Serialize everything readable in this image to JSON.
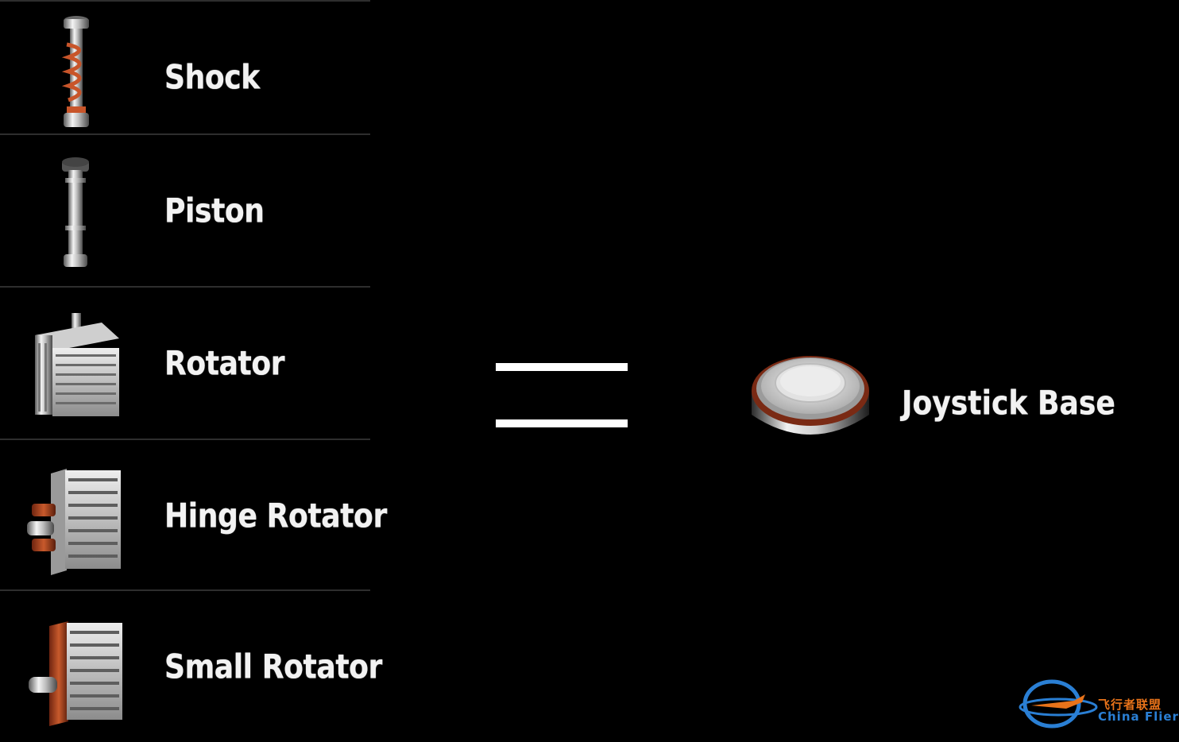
{
  "parts": [
    {
      "label": "Shock",
      "icon": "shock-icon"
    },
    {
      "label": "Piston",
      "icon": "piston-icon"
    },
    {
      "label": "Rotator",
      "icon": "rotator-icon"
    },
    {
      "label": "Hinge Rotator",
      "icon": "hinge-rotator-icon"
    },
    {
      "label": "Small Rotator",
      "icon": "small-rotator-icon"
    }
  ],
  "equals": {
    "icon": "equals-icon"
  },
  "result": {
    "label": "Joystick Base",
    "icon": "joystick-base-icon"
  },
  "watermark": {
    "cn": "飞行者联盟",
    "en": "China Flier",
    "icon": "plane-logo-icon"
  },
  "colors": {
    "background": "#000000",
    "text": "#f2f2f2",
    "accent": "#b8461f",
    "divider": "#2e2e2e"
  }
}
